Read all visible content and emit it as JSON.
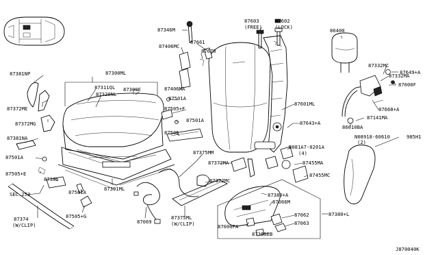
{
  "diagram_code": "J870040K",
  "labels": {
    "p87381NP": "87381NP",
    "p87372ME": "87372ME",
    "p87372MG": "87372MG",
    "p87381NA": "87381NA",
    "p87501A_l": "87501A",
    "p87505E": "87505+E",
    "p87385": "87385",
    "pSEC253": "SEC.253",
    "p87374": "87374",
    "p87374_note": "(W/CLIP)",
    "p87300ML": "87300ML",
    "p87311QL": "87311QL",
    "p87320NL": "87320NL",
    "p87300E": "87300E",
    "p87301ML": "87301ML",
    "p87501A_b": "87501A",
    "p87505G": "87505+G",
    "p87069": "87069",
    "p87346M": "87346M",
    "p87406MC": "87406MC",
    "p87661": "87661",
    "p87670": "87670",
    "p87406MA": "87406MA",
    "p87501A_c": "87501A",
    "p87505F": "87505+F",
    "p87501A_m": "87501A",
    "p87505_m": "87505",
    "p87375MM": "87375MM",
    "p87372MA": "87372MA",
    "p87372MC": "87372MC",
    "p87375ML": "87375ML",
    "p87375ML_note": "(W/CLIP)",
    "p87603": "87603",
    "p87603_note": "(FREE)",
    "p87602": "87602",
    "p87602_note": "(LOCK)",
    "p86400": "86400",
    "p87601ML": "87601ML",
    "p87643A": "87643+A",
    "pB081A7": "B081A7-0201A",
    "pB081A7_qty": "(4)",
    "p87455MA": "87455MA",
    "p87455MC": "87455MC",
    "p87332MC": "87332MC",
    "p87649A": "87649+A",
    "p87332MA": "87332MA",
    "p87000F": "87000F",
    "p87668A": "87668+A",
    "p87141MA": "87141MA",
    "p86010BA": "86010BA",
    "pN08918": "N08918-60610",
    "pN08918_qty": "(2)",
    "p985H1": "985H1",
    "p87380A": "87380+A",
    "p87066M": "87066M",
    "p87380L": "87380+L",
    "p87062": "87062",
    "p87063": "87063",
    "p87000FA": "87000FA",
    "p87300EB": "87300EB"
  }
}
